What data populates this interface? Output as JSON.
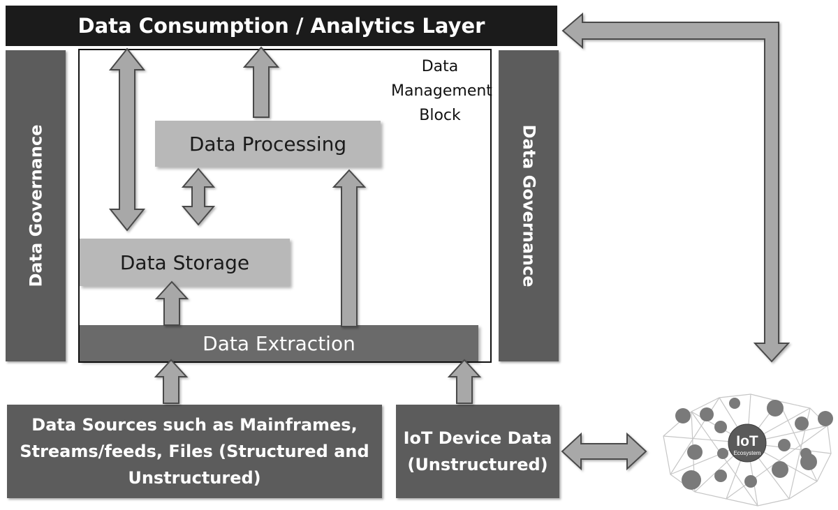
{
  "consumption_layer": {
    "label": "Data Consumption / Analytics Layer"
  },
  "governance": {
    "left_label": "Data Governance",
    "right_label": "Data Governance"
  },
  "management_block": {
    "label_lines": [
      "Data",
      "Management",
      "Block"
    ]
  },
  "processing": {
    "label": "Data Processing"
  },
  "storage": {
    "label": "Data Storage"
  },
  "extraction": {
    "label": "Data Extraction"
  },
  "sources": {
    "lines": [
      "Data Sources such as Mainframes,",
      "Streams/feeds, Files (Structured and",
      "Unstructured)"
    ]
  },
  "iot_device": {
    "lines": [
      "IoT Device Data",
      "(Unstructured)"
    ]
  },
  "ecosystem": {
    "title": "IoT",
    "subtitle": "Ecosystem"
  },
  "colors": {
    "dark": "#1b1b1b",
    "governance": "#5c5c5c",
    "light_box": "#b8b8b8",
    "extraction": "#6a6a6a",
    "arrow_fill": "#a8a8a8",
    "arrow_stroke": "#4a4a4a"
  }
}
